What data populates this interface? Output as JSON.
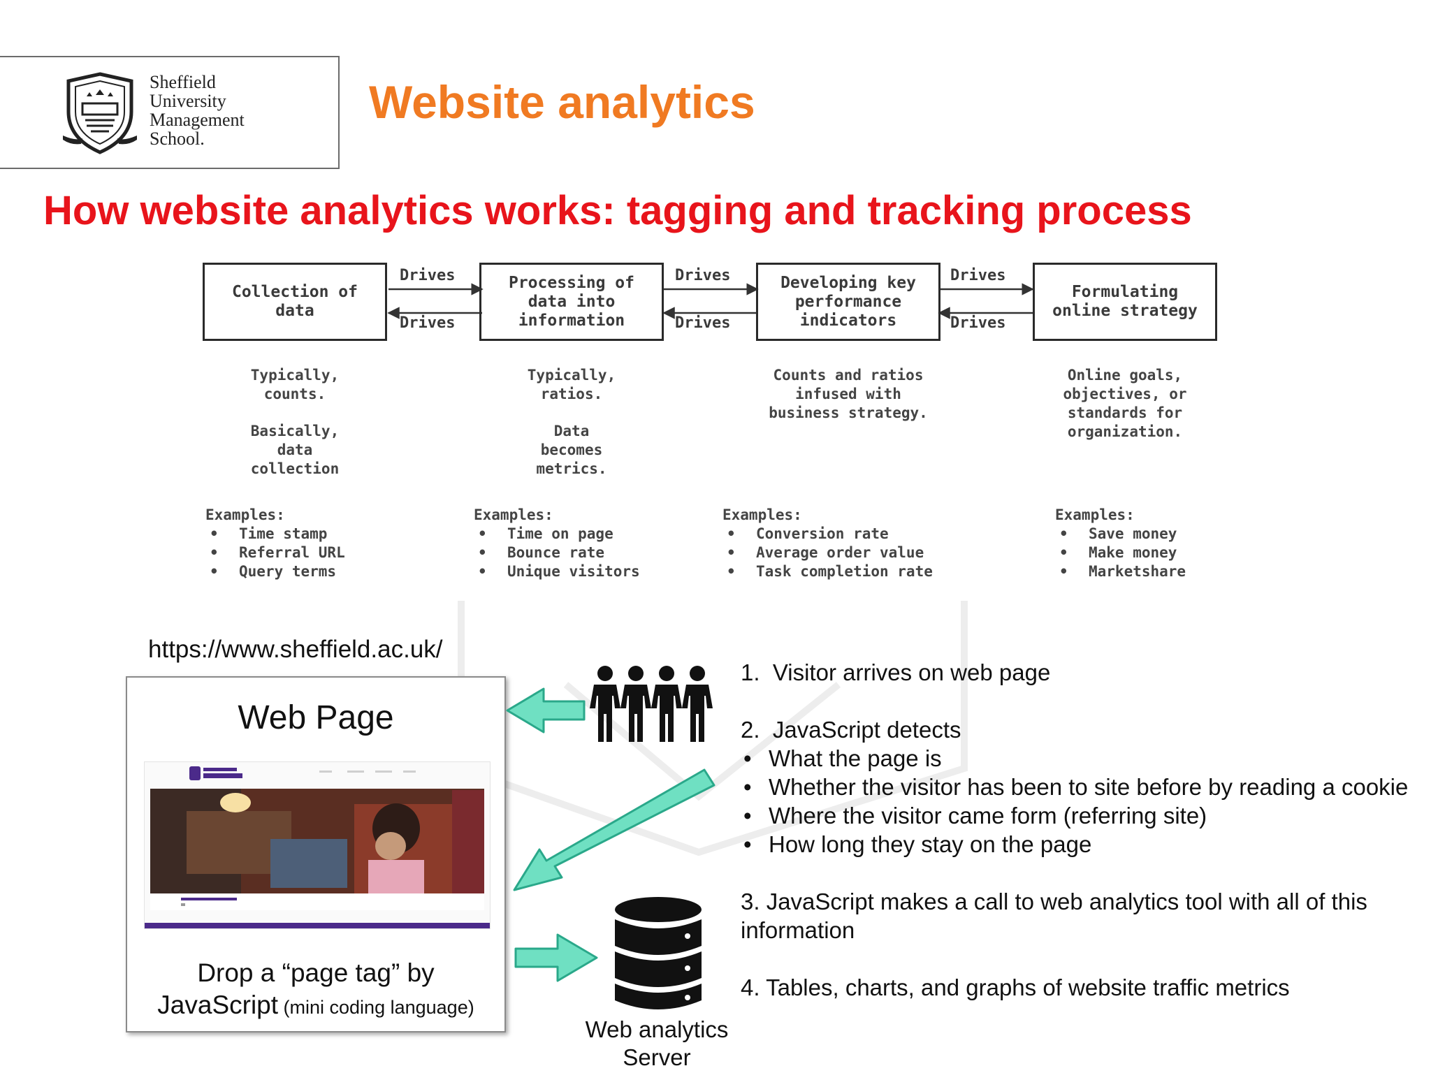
{
  "logo": {
    "lines": [
      "Sheffield",
      "University",
      "Management",
      "School."
    ]
  },
  "title": "Website analytics",
  "subtitle": "How website analytics works: tagging and tracking process",
  "colors": {
    "title": "#f07a22",
    "subtitle": "#e8141b",
    "arrow_fill": "#6fe0c2",
    "arrow_stroke": "#2aa88a",
    "purple": "#4b2a8a"
  },
  "flow": {
    "boxes": [
      "Collection of data",
      "Processing of data into information",
      "Developing key performance indicators",
      "Formulating online strategy"
    ],
    "drives_label": "Drives",
    "descriptions": [
      {
        "a": "Typically, counts.",
        "b": "Basically, data collection"
      },
      {
        "a": "Typically, ratios.",
        "b": "Data becomes metrics."
      },
      {
        "a": "Counts and ratios infused with business strategy.",
        "b": ""
      },
      {
        "a": "Online goals, objectives, or standards for organization.",
        "b": ""
      }
    ],
    "examples_label": "Examples:",
    "examples": [
      [
        "Time stamp",
        "Referral URL",
        "Query terms"
      ],
      [
        "Time on page",
        "Bounce rate",
        "Unique visitors"
      ],
      [
        "Conversion rate",
        "Average order value",
        "Task completion rate"
      ],
      [
        "Save money",
        "Make money",
        "Marketshare"
      ]
    ]
  },
  "url": "https://www.sheffield.ac.uk/",
  "webpage": {
    "title": "Web Page",
    "caption_line1": "Drop a “page tag” by",
    "caption_line2": "JavaScript",
    "caption_small": " (mini coding language)"
  },
  "steps": {
    "step1": "1.  Visitor arrives on web page",
    "step2": "2.  JavaScript detects",
    "bullets": [
      "What the page is",
      "Whether the visitor has been to site before by reading a cookie",
      "Where the visitor came form (referring site)",
      "How long they stay on the page"
    ],
    "step3": "3. JavaScript makes a call to web analytics tool with all of this information",
    "step4": "4. Tables, charts, and graphs of website traffic metrics"
  },
  "server": {
    "line1": "Web analytics",
    "line2": "Server"
  },
  "icons": {
    "visitors": "people-icon",
    "server": "database-icon"
  }
}
